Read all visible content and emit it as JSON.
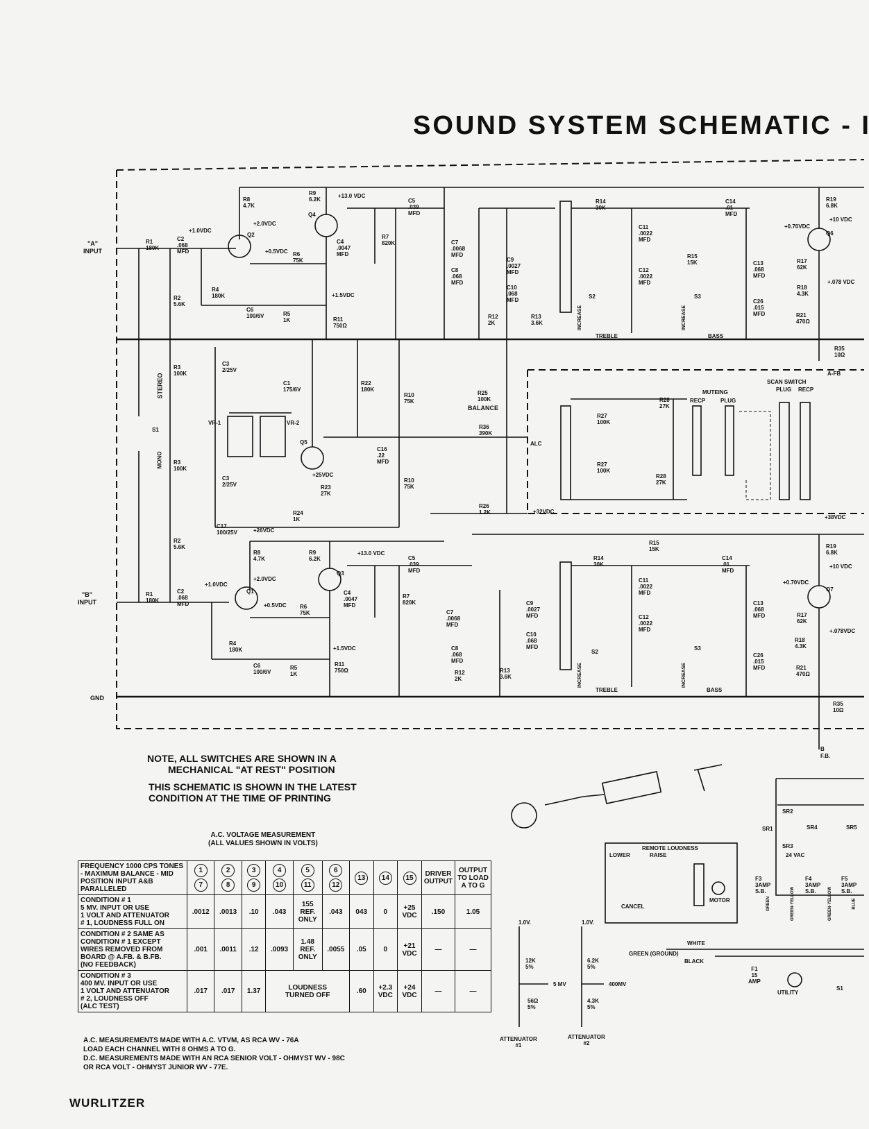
{
  "title": "SOUND SYSTEM SCHEMATIC - I",
  "notes": [
    "NOTE, ALL SWITCHES ARE SHOWN IN A",
    "MECHANICAL \"AT REST\" POSITION",
    "THIS SCHEMATIC IS SHOWN IN THE LATEST",
    "CONDITION AT THE TIME OF PRINTING"
  ],
  "labels": {
    "a_input": "\"A\"",
    "a_input2": "INPUT",
    "b_input": "\"B\"",
    "b_input2": "INPUT",
    "gnd": "GND",
    "stereo": "STEREO",
    "mono": "MONO",
    "s1": "S1",
    "balance": "BALANCE",
    "alc": "ALC",
    "muting": "MUTEING",
    "recp": "RECP",
    "plug": "PLUG",
    "scan_switch": "SCAN SWITCH",
    "scan_plug": "PLUG",
    "scan_recp": "RECP",
    "treble_a": "TREBLE",
    "bass_a": "BASS",
    "treble_b": "TREBLE",
    "bass_b": "BASS",
    "increase1": "INCREASE",
    "increase2": "INCREASE",
    "increase3": "INCREASE",
    "increase4": "INCREASE",
    "v32": "+32VDC",
    "v38": "+38VDC",
    "afb": "A-FB",
    "bfb": "B\nF.B.",
    "r1a": "R1",
    "r1a_v": "180K",
    "c2a": "C2",
    "c2a_v": ".068",
    "c2a_u": "MFD",
    "r1b": "R1",
    "r1b_v": "180K",
    "c2b": "C2",
    "c2b_v": ".068",
    "c2b_u": "MFD",
    "r2a": "R2",
    "r2a_v": "5.6K",
    "r3a": "R3",
    "r3a_v": "100K",
    "r3b": "R3",
    "r3b_v": "100K",
    "r2b": "R2",
    "r2b_v": "5.6K",
    "vr1": "VR-1",
    "vr2": "VR-2",
    "q1": "Q1",
    "q2": "Q2",
    "q3": "Q3",
    "q4": "Q4",
    "q5": "Q5",
    "q6": "Q6",
    "q7": "Q7",
    "r8a": "R8",
    "r8a_v": "4.7K",
    "r9a": "R9",
    "r9a_v": "6.2K",
    "v13a": "+13.0 VDC",
    "c5a": "C5",
    "c5a_v": ".039",
    "c5a_u": "MFD",
    "r7a": "R7",
    "r7a_v": "820K",
    "c4a": "C4",
    "c4a_v": ".0047",
    "c4a_u": "MFD",
    "v1a": "+1.0VDC",
    "v2a": "+2.0VDC",
    "v05a": "+0.5VDC",
    "r6a": "R6",
    "r6a_v": "75K",
    "r4a": "R4",
    "r4a_v": "180K",
    "c6a": "C6",
    "c6a_v": "100/6V",
    "r5a": "R5",
    "r5a_v": "1K",
    "v15a": "+1.5VDC",
    "r11a": "R11",
    "r11a_v": "750Ω",
    "c3": "C3",
    "c3_v": "2/25V",
    "c1": "C1",
    "c1_v": "175/6V",
    "r22": "R22",
    "r22_v": "180K",
    "r10a": "R10",
    "r10a_v": "75K",
    "r10b": "R10",
    "r10b_v": "75K",
    "v25": "+25VDC",
    "c16": "C16",
    "c16_v": ".22",
    "c16_u": "MFD",
    "r23": "R23",
    "r23_v": "27K",
    "r24": "R24",
    "r24_v": "1K",
    "r25": "R25",
    "r25_v": "100K",
    "r36": "R36",
    "r36_v": "390K",
    "r26": "R26",
    "r26_v": "1.2K",
    "c17": "C17",
    "c17_v": "100/25V",
    "v26": "+26VDC",
    "r8b": "R8",
    "r8b_v": "4.7K",
    "r9b": "R9",
    "r9b_v": "6.2K",
    "v13b": "+13.0 VDC",
    "c5b": "C5",
    "c5b_v": ".039",
    "c5b_u": "MFD",
    "r7b": "R7",
    "r7b_v": "820K",
    "c4b": "C4",
    "c4b_v": ".0047",
    "c4b_u": "MFD",
    "v1b": "+1.0VDC",
    "v2b": "+2.0VDC",
    "v05b": "+0.5VDC",
    "r6b": "R6",
    "r6b_v": "75K",
    "r4b": "R4",
    "r4b_v": "180K",
    "c6b": "C6",
    "c6b_v": "100/6V",
    "r5b": "R5",
    "r5b_v": "1K",
    "v15b": "+1.5VDC",
    "r11b": "R11",
    "r11b_v": "750Ω",
    "c7a": "C7",
    "c7a_v": ".0068",
    "c7a_u": "MFD",
    "c8a": "C8",
    "c8a_v": ".068",
    "c8a_u": "MFD",
    "c9a": "C9",
    "c9a_v": ".0027",
    "c9a_u": "MFD",
    "c10a": "C10",
    "c10a_v": ".068",
    "c10a_u": "MFD",
    "r12a": "R12",
    "r12a_v": "2K",
    "r13a": "R13",
    "r13a_v": "3.6K",
    "r14a": "R14",
    "r14a_v": "30K",
    "c11a": "C11",
    "c11a_v": ".0022",
    "c11a_u": "MFD",
    "c12a": "C12",
    "c12a_v": ".0022",
    "c12a_u": "MFD",
    "c14a": "C14",
    "c14a_v": ".01",
    "c14a_u": "MFD",
    "r15a": "R15",
    "r15a_v": "15K",
    "c13a": "C13",
    "c13a_v": ".068",
    "c13a_u": "MFD",
    "c26a": "C26",
    "c26a_v": ".015",
    "c26a_u": "MFD",
    "r19a": "R19",
    "r19a_v": "6.8K",
    "v10a": "+10 VDC",
    "v070a": "+0.70VDC",
    "r17a": "R17",
    "r17a_v": "62K",
    "r18a": "R18",
    "r18a_v": "4.3K",
    "v078a": "+.078 VDC",
    "r21a": "R21",
    "r21a_v": "470Ω",
    "r35a": "R35",
    "r35a_v": "10Ω",
    "s2a": "S2",
    "s3a": "S3",
    "c7b": "C7",
    "c7b_v": ".0068",
    "c7b_u": "MFD",
    "c8b": "C8",
    "c8b_v": ".068",
    "c8b_u": "MFD",
    "c9b": "C9",
    "c9b_v": ".0027",
    "c9b_u": "MFD",
    "c10b": "C10",
    "c10b_v": ".068",
    "c10b_u": "MFD",
    "r12b": "R12",
    "r12b_v": "2K",
    "r13b": "R13",
    "r13b_v": "3.6K",
    "r14b": "R14",
    "r14b_v": "30K",
    "c11b": "C11",
    "c11b_v": ".0022",
    "c11b_u": "MFD",
    "c12b": "C12",
    "c12b_v": ".0022",
    "c12b_u": "MFD",
    "r15b": "R15",
    "r15b_v": "15K",
    "c14b": "C14",
    "c14b_v": ".01",
    "c14b_u": "MFD",
    "c13b": "C13",
    "c13b_v": ".068",
    "c13b_u": "MFD",
    "c26b": "C26",
    "c26b_v": ".015",
    "c26b_u": "MFD",
    "r19b": "R19",
    "r19b_v": "6.8K",
    "v10b": "+10 VDC",
    "v070b": "+0.70VDC",
    "r17b": "R17",
    "r17b_v": "62K",
    "r18b": "R18",
    "r18b_v": "4.3K",
    "v078b": "+.078VDC",
    "r21b": "R21",
    "r21b_v": "470Ω",
    "r35b": "R35",
    "r35b_v": "10Ω",
    "s2b": "S2",
    "s3b": "S3",
    "r27a": "R27",
    "r27a_v": "100K",
    "r27b": "R27",
    "r27b_v": "100K",
    "r28a": "R28",
    "r28a_v": "27K",
    "r28b": "R28",
    "r28b_v": "27K",
    "remote_loudness": "REMOTE LOUDNESS",
    "lower": "LOWER",
    "raise": "RAISE",
    "cancel": "CANCEL",
    "motor": "MOTOR",
    "att1_top": "1.0V.",
    "att1_r1": "12K",
    "att1_r1t": "5%",
    "att1_mid": "5 MV",
    "att1_r2": "56Ω",
    "att1_r2t": "5%",
    "att1_name": "ATTENUATOR",
    "att1_num": "#1",
    "att2_top": "1.0V.",
    "att2_r1": "6.2K",
    "att2_r1t": "5%",
    "att2_mid": "400MV",
    "att2_r2": "4.3K",
    "att2_r2t": "5%",
    "att2_name": "ATTENUATOR",
    "att2_num": "#2",
    "green_ground": "GREEN (GROUND)",
    "white": "WHITE",
    "black": "BLACK",
    "f1": "F1",
    "f1_v": "15",
    "f1_u": "AMP",
    "utility": "UTILITY",
    "s1_power": "S1",
    "sr1": "SR1",
    "sr2": "SR2",
    "sr3": "SR3",
    "sr4": "SR4",
    "sr5": "SR5",
    "ac": "24 VAC",
    "f3": "F3",
    "f3_v": "3AMP",
    "f3_u": "S.B.",
    "f4": "F4",
    "f4_v": "3AMP",
    "f4_u": "S.B.",
    "f5": "F5",
    "f5_v": "3AMP",
    "f5_u": "S.B.",
    "green1": "GREEN",
    "green2": "GREEN-YELLOW",
    "green3": "GREEN-YELLOW",
    "blue": "BLUE"
  },
  "ac_table": {
    "title1": "A.C. VOLTAGE MEASUREMENT",
    "title2": "(ALL VALUES SHOWN IN VOLTS)",
    "header_desc": "FREQUENCY 1000 CPS TONES - MAXIMUM BALANCE - MID POSITION INPUT A&B PARALLELED",
    "header_points": [
      [
        "1",
        "7"
      ],
      [
        "2",
        "8"
      ],
      [
        "3",
        "9"
      ],
      [
        "4",
        "10"
      ],
      [
        "5",
        "11"
      ],
      [
        "6",
        "12"
      ],
      [
        "13"
      ],
      [
        "14"
      ],
      [
        "15"
      ]
    ],
    "driver_output": "DRIVER OUTPUT",
    "output_load": "OUTPUT TO LOAD A TO G",
    "rows": [
      {
        "cond": "CONDITION # 1\n5 MV. INPUT OR USE\n1 VOLT AND ATTENUATOR\n# 1, LOUDNESS FULL ON",
        "vals": [
          ".0012",
          ".0013",
          ".10",
          ".043",
          "155\nREF.\nONLY",
          ".043",
          "043",
          "0",
          "+25\nVDC",
          ".150",
          "1.05"
        ]
      },
      {
        "cond": "CONDITION # 2 SAME AS\nCONDITION # 1 EXCEPT\nWIRES REMOVED FROM\nBOARD @ A.FB. & B.FB.\n(NO FEEDBACK)",
        "vals": [
          ".001",
          ".0011",
          ".12",
          ".0093",
          "1.48\nREF.\nONLY",
          ".0055",
          ".05",
          "0",
          "+21\nVDC",
          "—",
          "—"
        ]
      },
      {
        "cond": "CONDITION # 3\n400 MV. INPUT OR USE\n1 VOLT AND ATTENUATOR\n# 2, LOUDNESS OFF\n(ALC TEST)",
        "vals": [
          ".017",
          ".017",
          "1.37",
          "LOUDNESS\nTURNED OFF",
          ".60",
          "+2.3\nVDC",
          "+24\nVDC",
          "—",
          "—"
        ]
      }
    ]
  },
  "measurement_notes": [
    "A.C. MEASUREMENTS MADE WITH A.C. VTVM, AS RCA WV - 76A",
    "LOAD EACH CHANNEL WITH 8 OHMS A TO G.",
    "D.C. MEASUREMENTS MADE WITH AN RCA SENIOR VOLT - OHMYST WV - 98C",
    "OR RCA VOLT - OHMYST JUNIOR WV - 77E."
  ],
  "brand": "WURLITZER"
}
